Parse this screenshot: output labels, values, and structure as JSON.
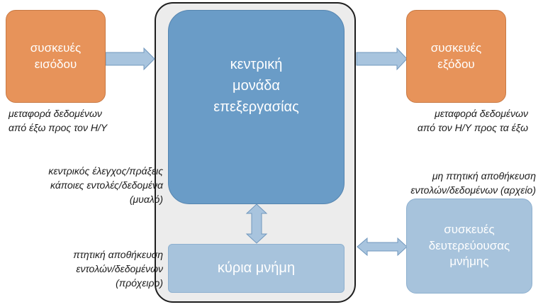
{
  "colors": {
    "input_output": "#e7935a",
    "cpu": "#6a9cc7",
    "memory": "#a7c3dc",
    "container": "#ececec",
    "arrow_fill": "#a8c4de",
    "arrow_stroke": "#7097bd"
  },
  "boxes": {
    "input_devices": {
      "line1": "συσκευές",
      "line2": "εισόδου"
    },
    "output_devices": {
      "line1": "συσκευές",
      "line2": "εξόδου"
    },
    "cpu": {
      "line1": "κεντρική",
      "line2": "μονάδα",
      "line3": "επεξεργασίας"
    },
    "main_memory": {
      "label": "κύρια μνήμη"
    },
    "secondary_storage": {
      "line1": "συσκευές",
      "line2": "δευτερεύουσας",
      "line3": "μνήμης"
    }
  },
  "notes": {
    "input_transfer": {
      "line1": "μεταφορά δεδομένων",
      "line2": "από έξω προς τον Η/Υ"
    },
    "output_transfer": {
      "line1": "μεταφορά δεδομένων",
      "line2": "από τον Η/Υ προς τα έξω"
    },
    "cpu_role": {
      "line1": "κεντρικός έλεγχος/πράξεις",
      "line2": "κάποιες εντολές/δεδομένα",
      "line3": "(μυαλό)"
    },
    "nonvolatile": {
      "line1": "μη πτητική αποθήκευση",
      "line2": "εντολών/δεδομένων (αρχείο)"
    },
    "volatile": {
      "line1": "πτητική αποθήκευση",
      "line2": "εντολών/δεδομένων",
      "line3": "(πρόχειρο)"
    }
  }
}
